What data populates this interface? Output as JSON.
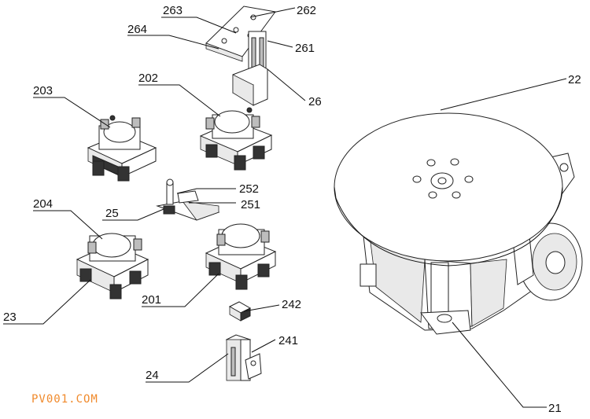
{
  "labels": {
    "l263": "263",
    "l262": "262",
    "l264": "264",
    "l261": "261",
    "l26": "26",
    "l22": "22",
    "l203": "203",
    "l202": "202",
    "l252": "252",
    "l251": "251",
    "l25": "25",
    "l204": "204",
    "l201": "201",
    "l23": "23",
    "l242": "242",
    "l241": "241",
    "l24": "24",
    "l21": "21"
  },
  "watermark": "PV001.COM"
}
